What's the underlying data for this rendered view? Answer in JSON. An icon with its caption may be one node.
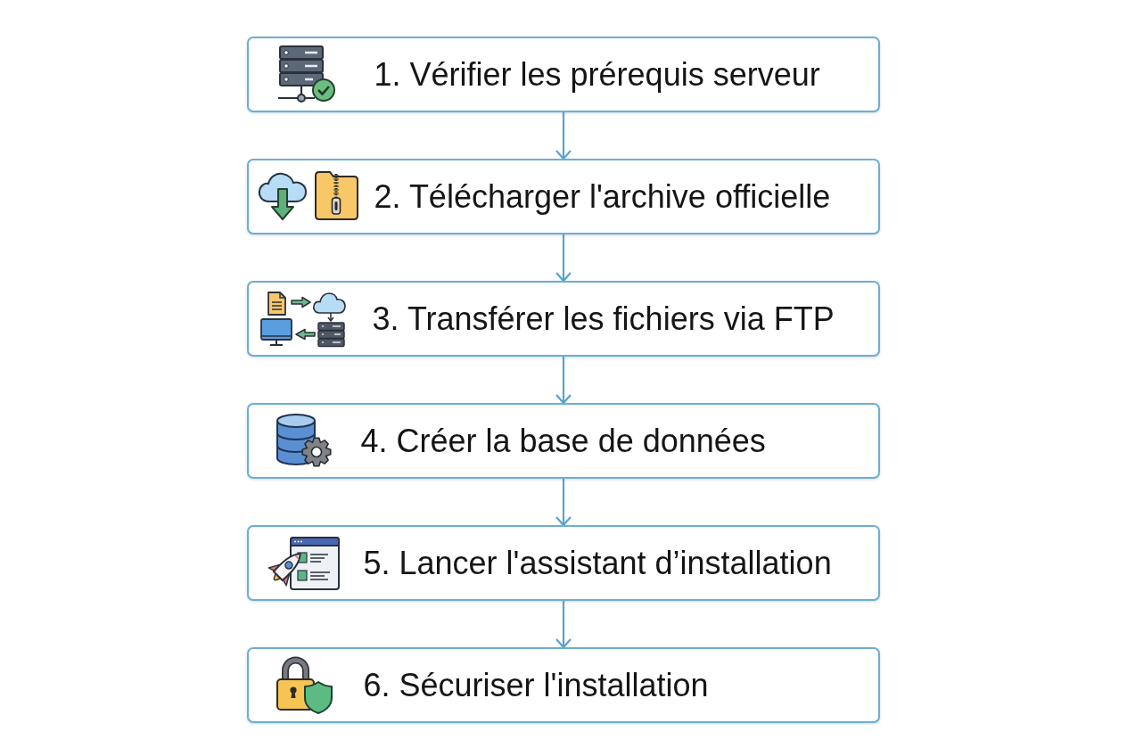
{
  "diagram": {
    "nodes": [
      {
        "text": [
          "1. Vérifier les prérequis serveur"
        ]
      },
      {
        "text": [
          "2. Télécharger l'archive officielle"
        ]
      },
      {
        "text": [
          "3. Transférer les fichiers via FTP"
        ]
      },
      {
        "text": [
          "4. Créer la base de données"
        ]
      },
      {
        "text": [
          "5. Lancer l'assistant d’installation"
        ]
      },
      {
        "text": [
          "6. Sécuriser l'installation"
        ]
      }
    ],
    "edges": [
      {
        "from": 0,
        "to": 1,
        "arrow": "to"
      },
      {
        "from": 1,
        "to": 2,
        "arrow": "to"
      },
      {
        "from": 2,
        "to": 3,
        "arrow": "to"
      },
      {
        "from": 3,
        "to": 4,
        "arrow": "to"
      },
      {
        "from": 4,
        "to": 5,
        "arrow": "to"
      }
    ]
  }
}
